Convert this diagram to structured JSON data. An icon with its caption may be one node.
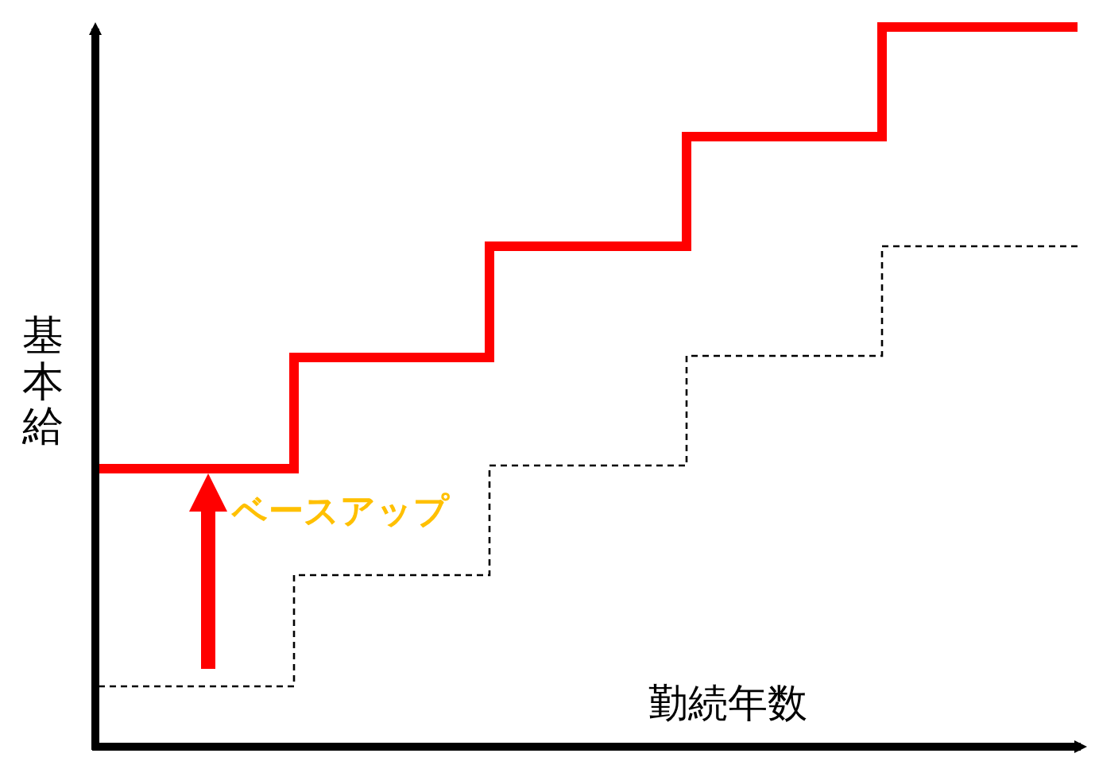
{
  "diagram": {
    "labels": [
      "基本給",
      "ベースアップ",
      "勤続年数"
    ]
  }
}
